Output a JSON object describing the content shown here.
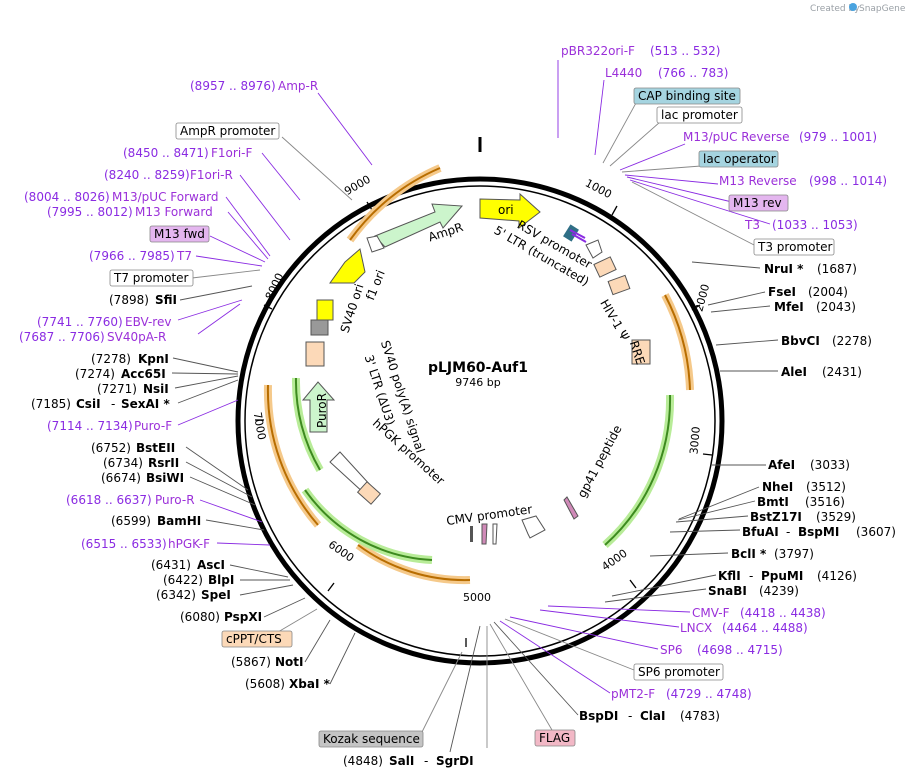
{
  "brand": {
    "created_by": "Created by",
    "name": "SnapGene"
  },
  "plasmid": {
    "name": "pLJM60-Auf1",
    "size": "9746 bp"
  },
  "ticks": [
    "1000",
    "2000",
    "3000",
    "4000",
    "5000",
    "6000",
    "7000",
    "8000",
    "9000"
  ],
  "features_inner": [
    "ori",
    "AmpR",
    "f1 ori",
    "SV40 ori",
    "RSV promoter",
    "5' LTR (truncated)",
    "HIV-1 Ψ",
    "RRE",
    "SV40 poly(A) signal",
    "3' LTR (ΔU3)",
    "PuroR",
    "hPGK promoter",
    "gp41 peptide",
    "CMV promoter"
  ],
  "labels": {
    "pbr322": {
      "name": "pBR322ori-F",
      "range": "(513 .. 532)"
    },
    "l4440": {
      "name": "L4440",
      "range": "(766 .. 783)"
    },
    "cap": {
      "name": "CAP binding site"
    },
    "lacpro": {
      "name": "lac promoter"
    },
    "m13puc_rev": {
      "name": "M13/pUC Reverse",
      "range": "(979 .. 1001)"
    },
    "lacop": {
      "name": "lac operator"
    },
    "m13reverse": {
      "name": "M13 Reverse",
      "range": "(998 .. 1014)"
    },
    "m13rev": {
      "name": "M13 rev"
    },
    "t3": {
      "name": "T3",
      "range": "(1033 .. 1053)"
    },
    "t3pro": {
      "name": "T3 promoter"
    },
    "nrui": {
      "name": "NruI *",
      "range": "(1687)"
    },
    "fsei": {
      "name": "FseI",
      "range": "(2004)"
    },
    "mfei": {
      "name": "MfeI",
      "range": "(2043)"
    },
    "bbvci": {
      "name": "BbvCI",
      "range": "(2278)"
    },
    "alei": {
      "name": "AleI",
      "range": "(2431)"
    },
    "afei": {
      "name": "AfeI",
      "range": "(3033)"
    },
    "nhei": {
      "name": "NheI",
      "range": "(3512)"
    },
    "bmti": {
      "name": "BmtI",
      "range": "(3516)"
    },
    "bstz17i": {
      "name": "BstZ17I",
      "range": "(3529)"
    },
    "bfuai": {
      "name": "BfuAI",
      "sep": "-",
      "name2": "BspMI",
      "range": "(3607)"
    },
    "bcli": {
      "name": "BclI *",
      "range": "(3797)"
    },
    "kfli": {
      "name": "KflI",
      "sep": "-",
      "name2": "PpuMI",
      "range": "(4126)"
    },
    "snabi": {
      "name": "SnaBI",
      "range": "(4239)"
    },
    "cmvf": {
      "name": "CMV-F",
      "range": "(4418 .. 4438)"
    },
    "lncx": {
      "name": "LNCX",
      "range": "(4464 .. 4488)"
    },
    "sp6": {
      "name": "SP6",
      "range": "(4698 .. 4715)"
    },
    "sp6pro": {
      "name": "SP6 promoter"
    },
    "pmt2f": {
      "name": "pMT2-F",
      "range": "(4729 .. 4748)"
    },
    "bspdi": {
      "name": "BspDI",
      "sep": "-",
      "name2": "ClaI",
      "range": "(4783)"
    },
    "flag": {
      "name": "FLAG"
    },
    "kozak": {
      "name": "Kozak sequence"
    },
    "sali": {
      "range": "(4848)",
      "name": "SalI",
      "sep": "-",
      "name2": "SgrDI"
    },
    "xbai": {
      "range": "(5608)",
      "name": "XbaI *"
    },
    "noti": {
      "range": "(5867)",
      "name": "NotI"
    },
    "cppt": {
      "name": "cPPT/CTS"
    },
    "pspxi": {
      "range": "(6080)",
      "name": "PspXI"
    },
    "spei": {
      "range": "(6342)",
      "name": "SpeI"
    },
    "blpi": {
      "range": "(6422)",
      "name": "BlpI"
    },
    "asci": {
      "range": "(6431)",
      "name": "AscI"
    },
    "hpgkf": {
      "range": "(6515 .. 6533)",
      "name": "hPGK-F"
    },
    "bamhi": {
      "range": "(6599)",
      "name": "BamHI"
    },
    "purorev": {
      "range": "(6618 .. 6637)",
      "name": "Puro-R"
    },
    "bsiwi": {
      "range": "(6674)",
      "name": "BsiWI"
    },
    "rsrii": {
      "range": "(6734)",
      "name": "RsrII"
    },
    "bsteii": {
      "range": "(6752)",
      "name": "BstEII"
    },
    "purof": {
      "range": "(7114 .. 7134)",
      "name": "Puro-F"
    },
    "csii": {
      "range": "(7185)",
      "name": "CsiI",
      "sep": "-",
      "name2": "SexAI *"
    },
    "nsii": {
      "range": "(7271)",
      "name": "NsiI"
    },
    "acc65i": {
      "range": "(7274)",
      "name": "Acc65I"
    },
    "kpni": {
      "range": "(7278)",
      "name": "KpnI"
    },
    "sv40pa": {
      "range": "(7687 .. 7706)",
      "name": "SV40pA-R"
    },
    "ebv": {
      "range": "(7741 .. 7760)",
      "name": "EBV-rev"
    },
    "sfii": {
      "range": "(7898)",
      "name": "SfiI"
    },
    "t7pro": {
      "name": "T7 promoter"
    },
    "t7": {
      "range": "(7966 .. 7985)",
      "name": "T7"
    },
    "m13fwd": {
      "name": "M13 fwd"
    },
    "m13forward": {
      "range": "(7995 .. 8012)",
      "name": "M13 Forward"
    },
    "m13pucfwd": {
      "range": "(8004 .. 8026)",
      "name": "M13/pUC Forward"
    },
    "f1orir": {
      "range": "(8240 .. 8259)",
      "name": "F1ori-R"
    },
    "f1orif": {
      "range": "(8450 .. 8471)",
      "name": "F1ori-F"
    },
    "amprpro": {
      "name": "AmpR promoter"
    },
    "ampr": {
      "range": "(8957 .. 8976)",
      "name": "Amp-R"
    }
  },
  "colors": {
    "primer": "#9b30d9",
    "site": "#000000",
    "backbone": "#000000",
    "ori": "#ffff00",
    "cds": "#ccf5cc",
    "orange": "#f5a033",
    "green": "#56a832",
    "ltr": "#fcd9b8"
  }
}
